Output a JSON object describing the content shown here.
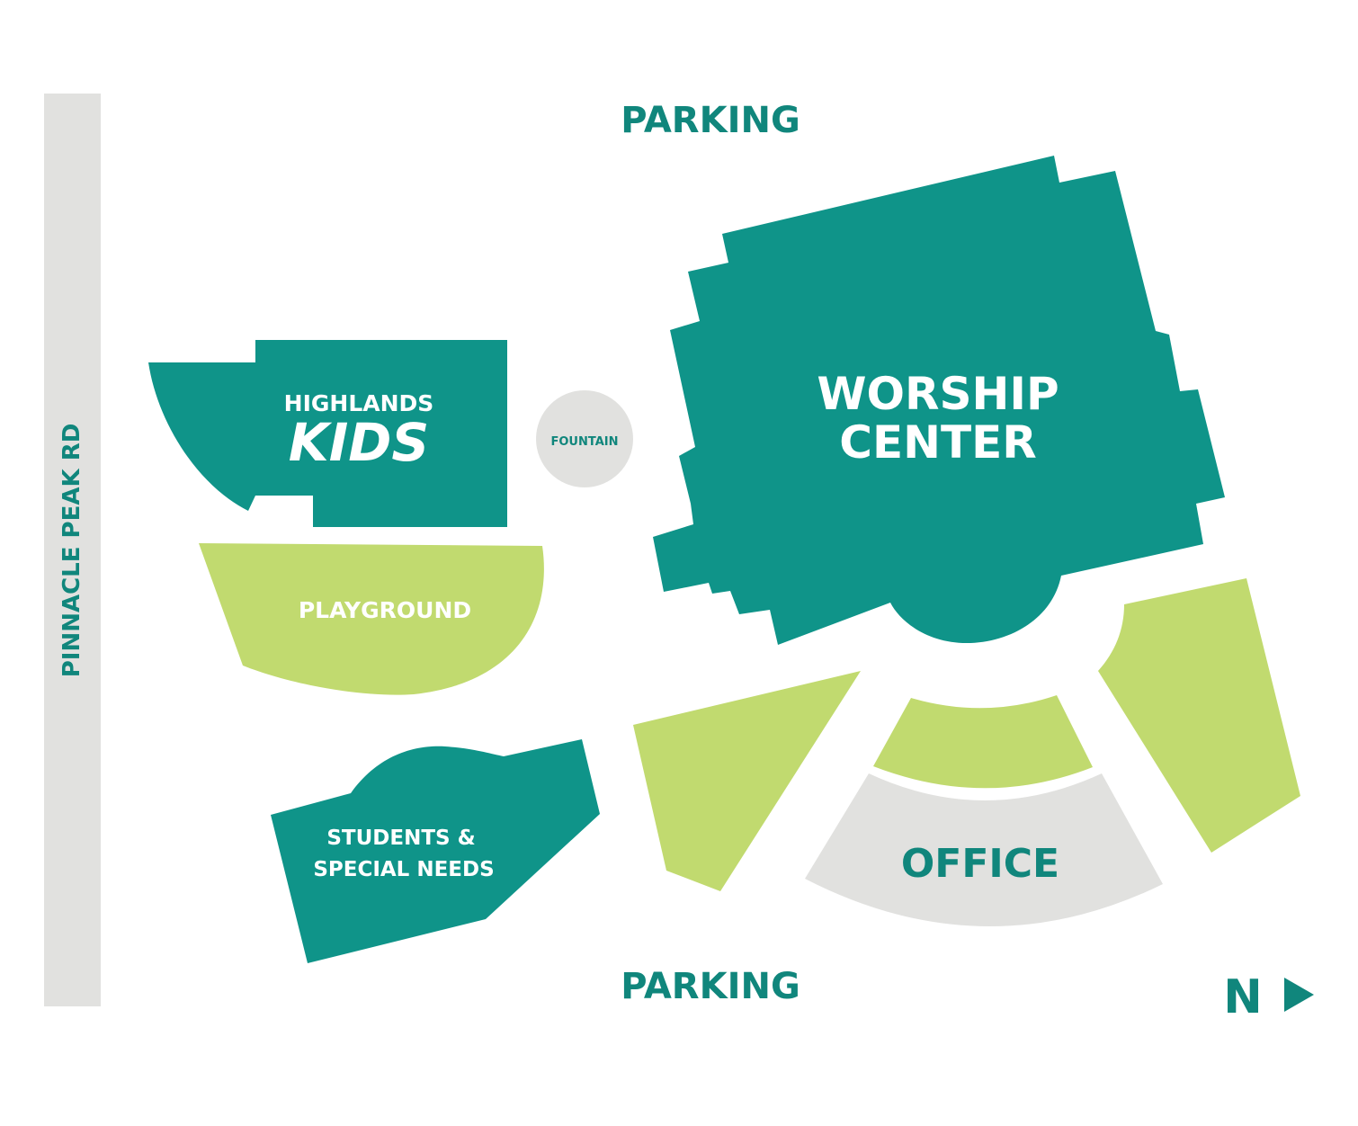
{
  "colors": {
    "building": "#0f9489",
    "green_area": "#c1da6f",
    "gray_area": "#e1e1df",
    "text_teal": "#10867c",
    "text_white": "#ffffff"
  },
  "labels": {
    "parking_top": "PARKING",
    "parking_bottom": "PARKING",
    "road": "PINNACLE PEAK RD",
    "kids_line1": "HIGHLANDS",
    "kids_line2": "KIDS",
    "fountain": "FOUNTAIN",
    "worship_line1": "WORSHIP",
    "worship_line2": "CENTER",
    "playground": "PLAYGROUND",
    "students_line1": "STUDENTS &",
    "students_line2": "SPECIAL NEEDS",
    "office": "OFFICE",
    "north": "N"
  },
  "icons": {
    "north_arrow": "triangle-right-icon"
  }
}
